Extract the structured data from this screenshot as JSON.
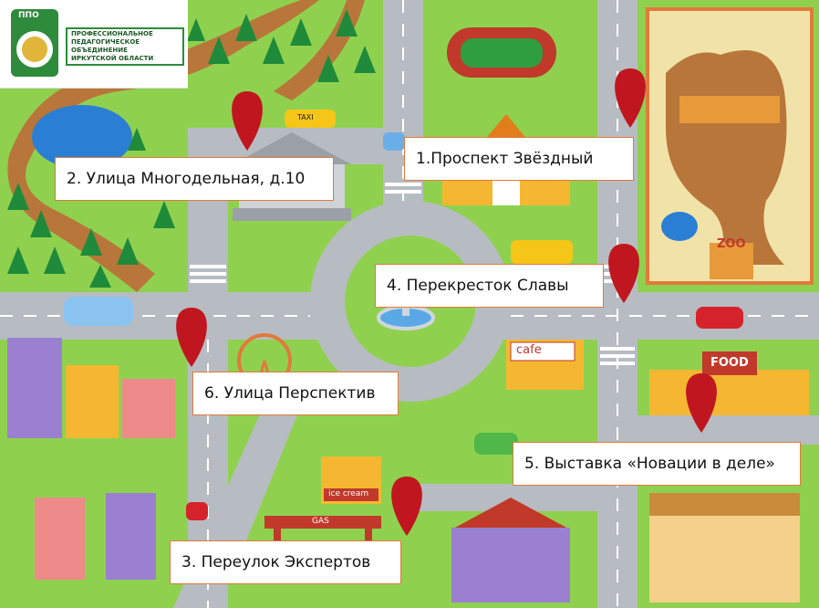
{
  "logo": {
    "abbr": "ППО",
    "org_lines": [
      "ПРОФЕССИОНАЛЬНОЕ",
      "ПЕДАГОГИЧЕСКОЕ",
      "ОБЪЕДИНЕНИЕ",
      "ИРКУТСКОЙ ОБЛАСТИ"
    ]
  },
  "labels": {
    "l1": "1.Проспект Звёздный",
    "l2": "2. Улица Многодельная, д.10",
    "l3": "3. Переулок Экспертов",
    "l4": "4. Перекресток Славы",
    "l5": "5. Выставка «Новации в деле»",
    "l6": "6. Улица Перспектив"
  },
  "signs": {
    "cafe": "cafe",
    "food": "FOOD",
    "zoo": "ZOO",
    "icecream": "ice cream",
    "gas": "GAS",
    "taxi": "TAXI"
  },
  "colors": {
    "grass": "#8fd14f",
    "road": "#b7bcc2",
    "marker": "#c0161f",
    "label_border": "#e07a3a",
    "path": "#b8763a"
  }
}
